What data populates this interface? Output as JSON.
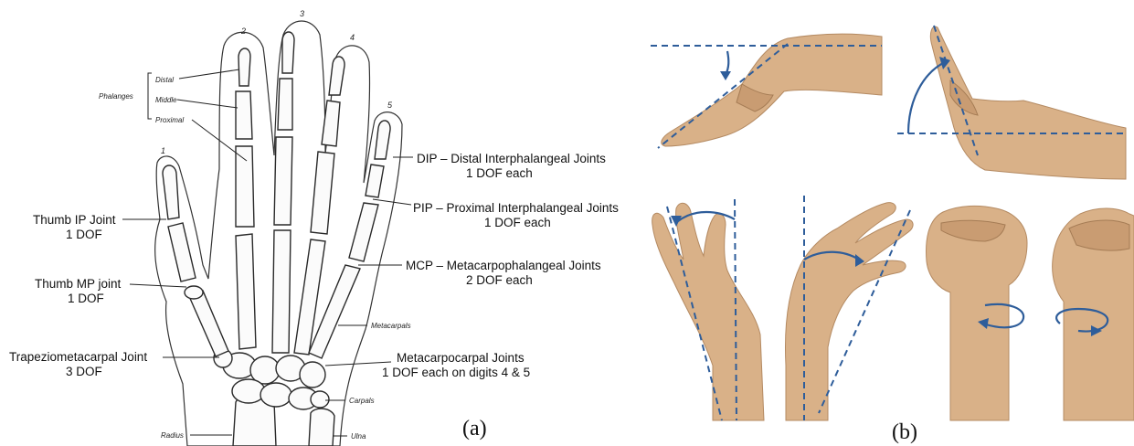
{
  "panel_a": {
    "caption": "(a)",
    "finger_numbers": [
      "1",
      "2",
      "3",
      "4",
      "5"
    ],
    "phalanges_group": "Phalanges",
    "phalanx_labels": [
      "Distal",
      "Middle",
      "Proximal"
    ],
    "bone_labels": {
      "metacarpals": "Metacarpals",
      "carpals": "Carpals",
      "radius": "Radius",
      "ulna": "Ulna"
    },
    "annotations": {
      "dip": [
        "DIP – Distal Interphalangeal Joints",
        "1 DOF each"
      ],
      "pip": [
        "PIP – Proximal Interphalangeal Joints",
        "1 DOF each"
      ],
      "mcp": [
        "MCP – Metacarpophalangeal Joints",
        "2 DOF each"
      ],
      "metacarpocarpal": [
        "Metacarpocarpal Joints",
        "1 DOF each on digits 4 & 5"
      ],
      "thumb_ip": [
        "Thumb IP Joint",
        "1 DOF"
      ],
      "thumb_mp": [
        "Thumb MP joint",
        "1 DOF"
      ],
      "trapeziometacarpal": [
        "Trapeziometacarpal Joint",
        "3 DOF"
      ]
    }
  },
  "panel_b": {
    "caption": "(b)",
    "colors": {
      "guide": "#2e5d9a",
      "skin": "#d9b188"
    }
  }
}
